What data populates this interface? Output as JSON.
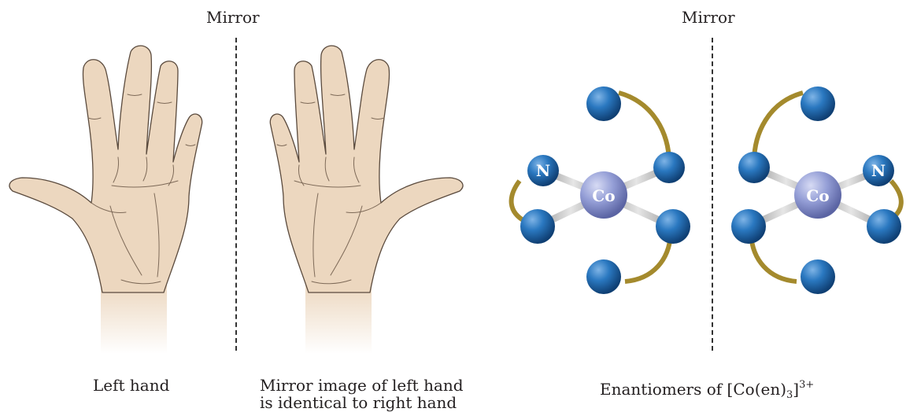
{
  "labels": {
    "mirror_left": "Mirror",
    "mirror_right": "Mirror",
    "left_hand": "Left hand",
    "mirror_image_line1": "Mirror image of left hand",
    "mirror_image_line2": "is identical to right hand",
    "enantiomers_prefix": "Enantiomers of [Co(en)",
    "enantiomers_sub": "3",
    "enantiomers_bracket": "]",
    "enantiomers_sup": "3+"
  },
  "molecule": {
    "center_atom": "Co",
    "ligand_atom": "N"
  },
  "colors": {
    "skin": "#ecd7bf",
    "skin_outline": "#5a4a3d",
    "atom_blue": "#1f6fb3",
    "cobalt": "#8c95cf",
    "bond": "#bdbdbd",
    "en_strap": "#a48a2d"
  }
}
